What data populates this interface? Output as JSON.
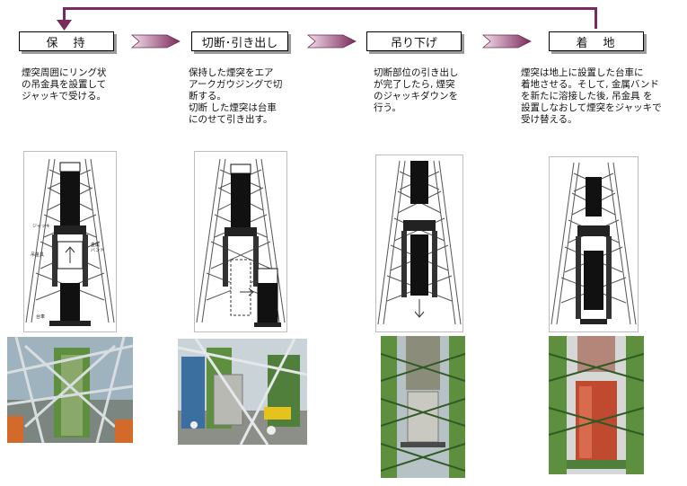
{
  "colors": {
    "loop_arrow": "#7a2a5c",
    "step_arrow_start": "#e8c8da",
    "step_arrow_end": "#7a2a5c",
    "photo_green": "#5e8f3f",
    "photo_red": "#c04a30",
    "photo_orange": "#d46a2a"
  },
  "loop": {
    "arrow": "return-to-start-arrow"
  },
  "steps": [
    {
      "label": "保　持",
      "desc": "煙突周囲にリング状\nの吊金具を設置して\nジャッキで受ける。"
    },
    {
      "label": "切断･引き出し",
      "desc": "保持した煙突をエア\nアークガウジングで切\n断する。\n切断 した煙突は台車\nにのせて引き出す。"
    },
    {
      "label": "吊り下げ",
      "desc": "切断部位の引き出し\nが完了したら, 煙突\nのジャッキダウンを\n行う。"
    },
    {
      "label": "着　地",
      "desc": "煙突は地上に設置した台車に\n着地させる。そして, 金属バンド\nを新たに溶接した後, 吊金具 を\n設置しなおして煙突をジャッキで\n受け替える。"
    }
  ],
  "diagram_labels": {
    "jack": "ジャッキ",
    "hanger": "吊金具",
    "metal_band": "金属\nバンド",
    "cart": "台車"
  }
}
